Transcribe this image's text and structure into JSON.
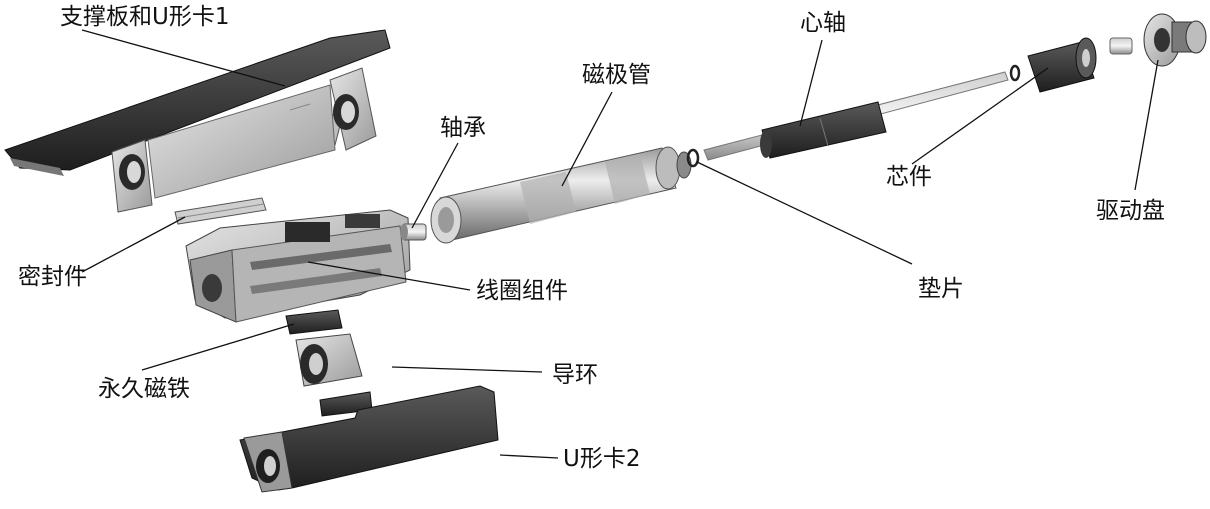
{
  "labels": {
    "support_plate": "支撑板和U形卡1",
    "seal": "密封件",
    "coil_assembly": "线圈组件",
    "permanent_magnet": "永久磁铁",
    "guide_ring": "导环",
    "u_clip_2": "U形卡2",
    "bearing": "轴承",
    "magnet_tube": "磁极管",
    "mandrel": "心轴",
    "gasket": "垫片",
    "core_piece": "芯件",
    "drive_disc": "驱动盘"
  }
}
